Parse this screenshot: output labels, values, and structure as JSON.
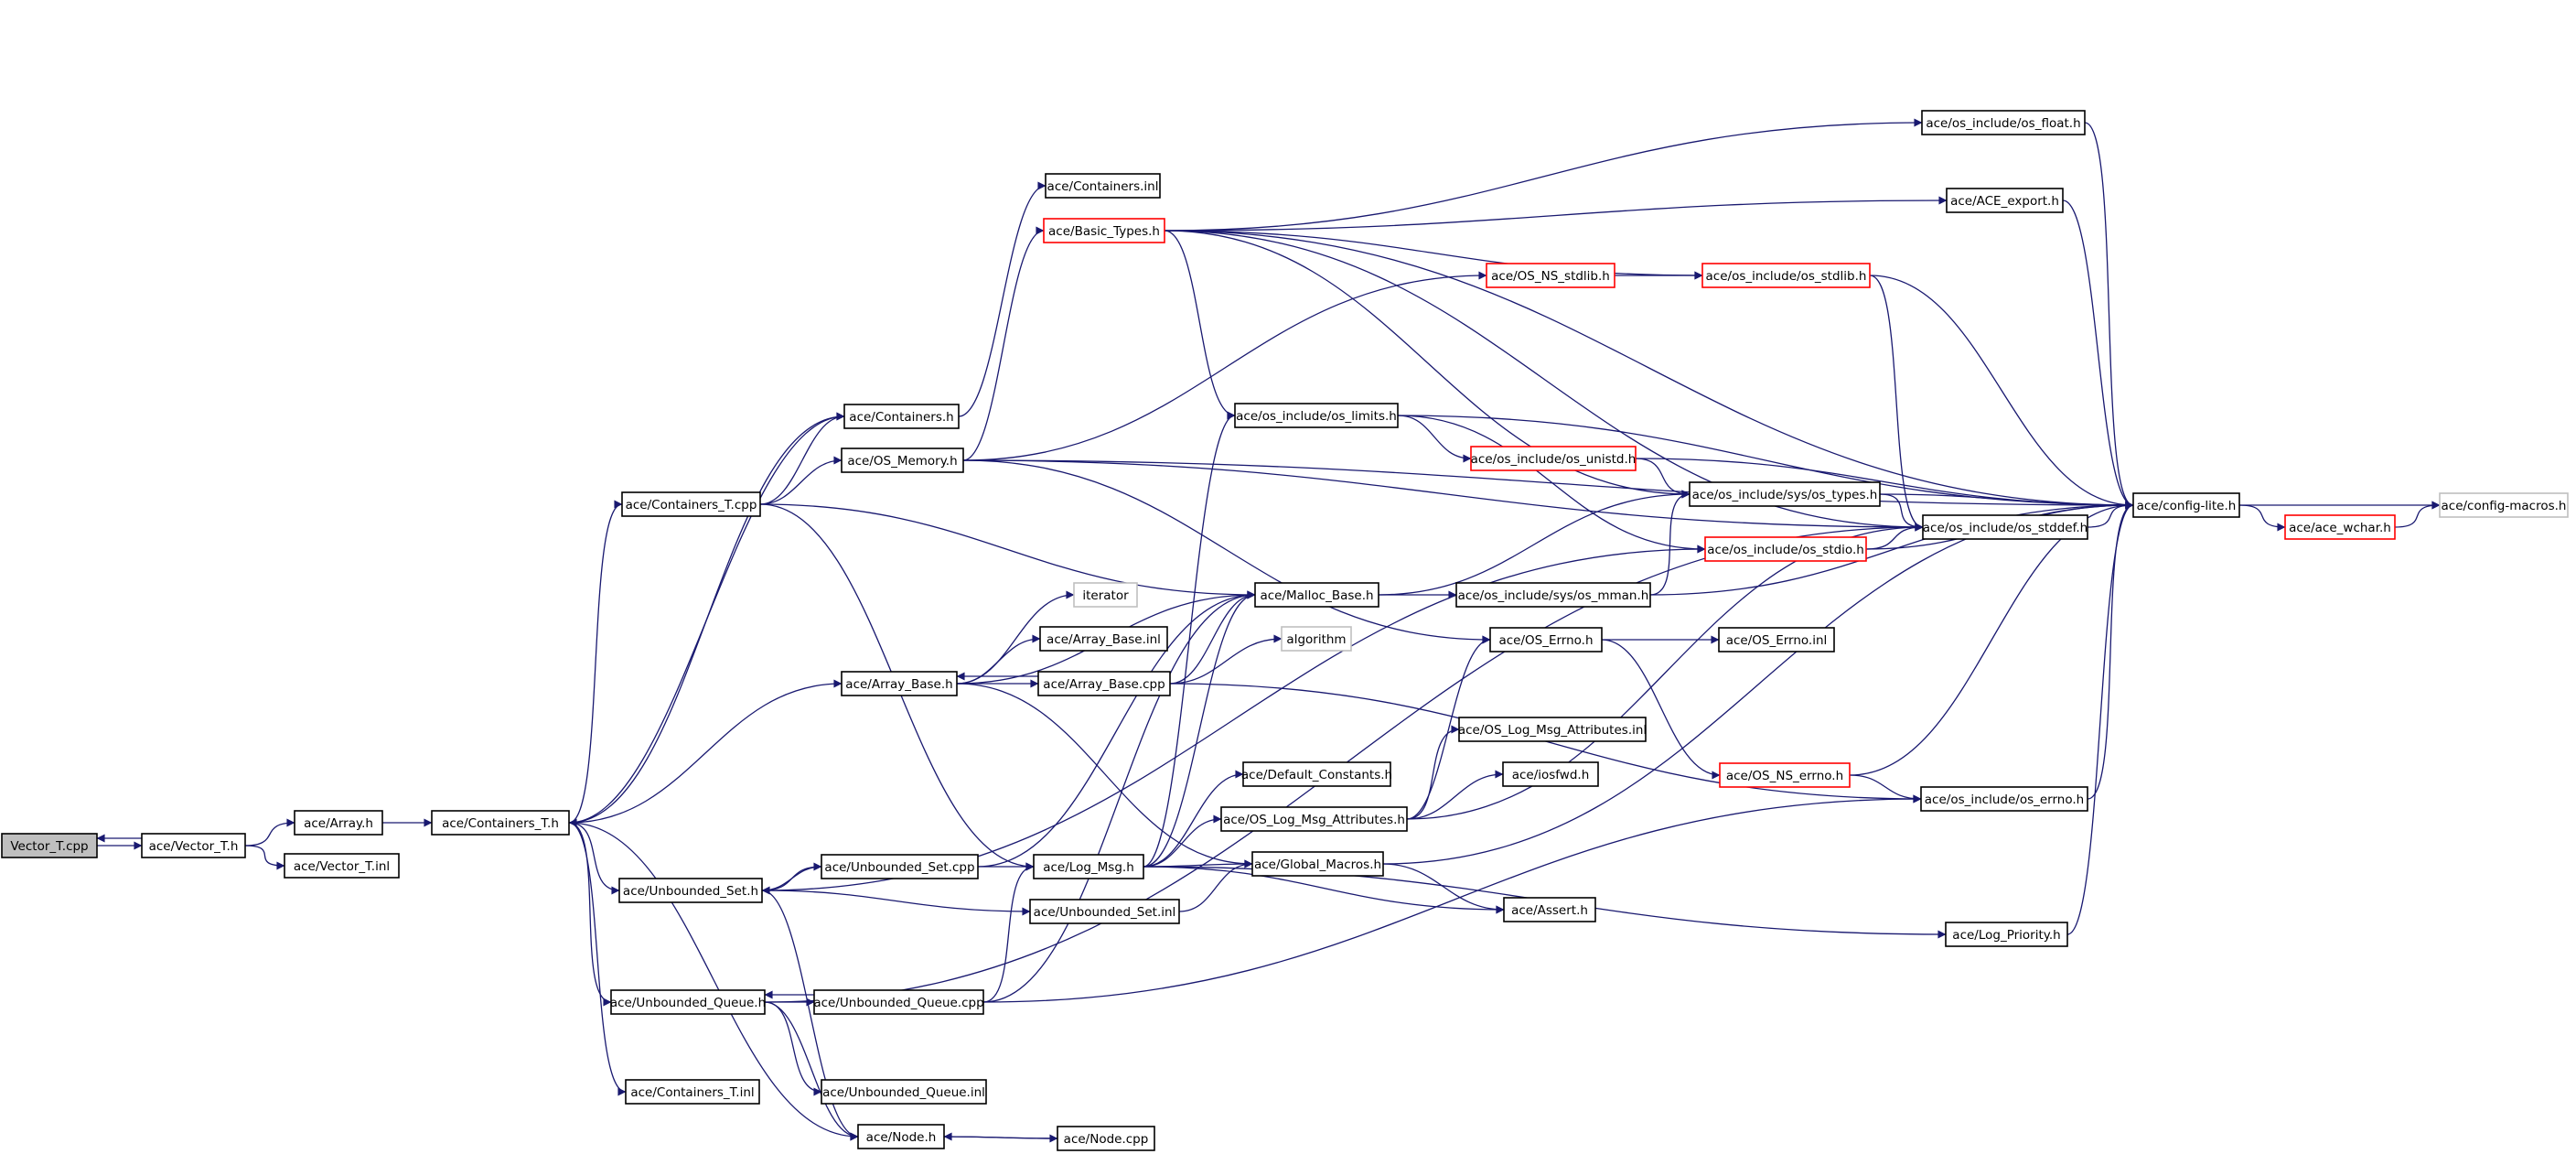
{
  "nodes": [
    {
      "id": "vector_t_cpp",
      "label": "Vector_T.cpp",
      "kind": "root"
    },
    {
      "id": "vector_t_h",
      "label": "ace/Vector_T.h",
      "kind": "normal"
    },
    {
      "id": "array_h",
      "label": "ace/Array.h",
      "kind": "normal"
    },
    {
      "id": "vector_t_inl",
      "label": "ace/Vector_T.inl",
      "kind": "normal"
    },
    {
      "id": "containers_t_h",
      "label": "ace/Containers_T.h",
      "kind": "normal"
    },
    {
      "id": "containers_h",
      "label": "ace/Containers.h",
      "kind": "normal"
    },
    {
      "id": "containers_inl",
      "label": "ace/Containers.inl",
      "kind": "normal"
    },
    {
      "id": "basic_types_h",
      "label": "ace/Basic_Types.h",
      "kind": "truncated"
    },
    {
      "id": "os_memory_h",
      "label": "ace/OS_Memory.h",
      "kind": "normal"
    },
    {
      "id": "containers_t_cpp",
      "label": "ace/Containers_T.cpp",
      "kind": "normal"
    },
    {
      "id": "array_base_h",
      "label": "ace/Array_Base.h",
      "kind": "normal"
    },
    {
      "id": "iterator",
      "label": "iterator",
      "kind": "external"
    },
    {
      "id": "array_base_inl",
      "label": "ace/Array_Base.inl",
      "kind": "normal"
    },
    {
      "id": "array_base_cpp",
      "label": "ace/Array_Base.cpp",
      "kind": "normal"
    },
    {
      "id": "algorithm",
      "label": "algorithm",
      "kind": "external"
    },
    {
      "id": "malloc_base_h",
      "label": "ace/Malloc_Base.h",
      "kind": "normal"
    },
    {
      "id": "os_limits_h",
      "label": "ace/os_include/os_limits.h",
      "kind": "normal"
    },
    {
      "id": "os_ns_stdlib_h",
      "label": "ace/OS_NS_stdlib.h",
      "kind": "truncated"
    },
    {
      "id": "os_stdlib_h",
      "label": "ace/os_include/os_stdlib.h",
      "kind": "truncated"
    },
    {
      "id": "os_unistd_h",
      "label": "ace/os_include/os_unistd.h",
      "kind": "truncated"
    },
    {
      "id": "os_types_h",
      "label": "ace/os_include/sys/os_types.h",
      "kind": "normal"
    },
    {
      "id": "os_stddef_h",
      "label": "ace/os_include/os_stddef.h",
      "kind": "normal"
    },
    {
      "id": "os_stdio_h",
      "label": "ace/os_include/os_stdio.h",
      "kind": "truncated"
    },
    {
      "id": "os_mman_h",
      "label": "ace/os_include/sys/os_mman.h",
      "kind": "normal"
    },
    {
      "id": "os_errno_h",
      "label": "ace/OS_Errno.h",
      "kind": "normal"
    },
    {
      "id": "os_errno_inl",
      "label": "ace/OS_Errno.inl",
      "kind": "normal"
    },
    {
      "id": "os_ns_errno_h",
      "label": "ace/OS_NS_errno.h",
      "kind": "truncated"
    },
    {
      "id": "os_include_errno_h",
      "label": "ace/os_include/os_errno.h",
      "kind": "normal"
    },
    {
      "id": "config_lite_h",
      "label": "ace/config-lite.h",
      "kind": "normal"
    },
    {
      "id": "config_macros_h",
      "label": "ace/config-macros.h",
      "kind": "external"
    },
    {
      "id": "ace_wchar_h",
      "label": "ace/ace_wchar.h",
      "kind": "truncated"
    },
    {
      "id": "os_float_h",
      "label": "ace/os_include/os_float.h",
      "kind": "normal"
    },
    {
      "id": "ace_export_h",
      "label": "ace/ACE_export.h",
      "kind": "normal"
    },
    {
      "id": "default_constants_h",
      "label": "ace/Default_Constants.h",
      "kind": "normal"
    },
    {
      "id": "os_log_msg_attr_inl",
      "label": "ace/OS_Log_Msg_Attributes.inl",
      "kind": "normal"
    },
    {
      "id": "iosfwd_h",
      "label": "ace/iosfwd.h",
      "kind": "normal"
    },
    {
      "id": "os_log_msg_attr_h",
      "label": "ace/OS_Log_Msg_Attributes.h",
      "kind": "normal"
    },
    {
      "id": "global_macros_h",
      "label": "ace/Global_Macros.h",
      "kind": "normal"
    },
    {
      "id": "assert_h",
      "label": "ace/Assert.h",
      "kind": "normal"
    },
    {
      "id": "log_msg_h",
      "label": "ace/Log_Msg.h",
      "kind": "normal"
    },
    {
      "id": "log_priority_h",
      "label": "ace/Log_Priority.h",
      "kind": "normal"
    },
    {
      "id": "unbounded_set_h",
      "label": "ace/Unbounded_Set.h",
      "kind": "normal"
    },
    {
      "id": "unbounded_set_cpp",
      "label": "ace/Unbounded_Set.cpp",
      "kind": "normal"
    },
    {
      "id": "unbounded_set_inl",
      "label": "ace/Unbounded_Set.inl",
      "kind": "normal"
    },
    {
      "id": "unbounded_queue_h",
      "label": "ace/Unbounded_Queue.h",
      "kind": "normal"
    },
    {
      "id": "unbounded_queue_cpp",
      "label": "ace/Unbounded_Queue.cpp",
      "kind": "normal"
    },
    {
      "id": "unbounded_queue_inl",
      "label": "ace/Unbounded_Queue.inl",
      "kind": "normal"
    },
    {
      "id": "containers_t_inl",
      "label": "ace/Containers_T.inl",
      "kind": "normal"
    },
    {
      "id": "node_h",
      "label": "ace/Node.h",
      "kind": "normal"
    },
    {
      "id": "node_cpp",
      "label": "ace/Node.cpp",
      "kind": "normal"
    }
  ],
  "edges": [
    [
      "vector_t_cpp",
      "vector_t_h"
    ],
    [
      "vector_t_h",
      "vector_t_cpp"
    ],
    [
      "vector_t_h",
      "array_h"
    ],
    [
      "vector_t_h",
      "vector_t_inl"
    ],
    [
      "array_h",
      "containers_t_h"
    ],
    [
      "containers_t_h",
      "containers_h"
    ],
    [
      "containers_h",
      "containers_t_h"
    ],
    [
      "containers_h",
      "containers_inl"
    ],
    [
      "containers_t_h",
      "containers_t_cpp"
    ],
    [
      "containers_t_cpp",
      "containers_h"
    ],
    [
      "containers_t_cpp",
      "os_memory_h"
    ],
    [
      "containers_t_cpp",
      "malloc_base_h"
    ],
    [
      "containers_t_cpp",
      "log_msg_h"
    ],
    [
      "containers_t_h",
      "array_base_h"
    ],
    [
      "containers_t_h",
      "unbounded_set_h"
    ],
    [
      "containers_t_h",
      "unbounded_queue_h"
    ],
    [
      "containers_t_h",
      "containers_t_inl"
    ],
    [
      "containers_t_h",
      "node_h"
    ],
    [
      "os_memory_h",
      "basic_types_h"
    ],
    [
      "os_memory_h",
      "os_ns_stdlib_h"
    ],
    [
      "os_memory_h",
      "config_lite_h"
    ],
    [
      "os_memory_h",
      "os_stddef_h"
    ],
    [
      "os_memory_h",
      "os_errno_h"
    ],
    [
      "basic_types_h",
      "os_limits_h"
    ],
    [
      "basic_types_h",
      "os_float_h"
    ],
    [
      "basic_types_h",
      "ace_export_h"
    ],
    [
      "basic_types_h",
      "os_stdlib_h"
    ],
    [
      "basic_types_h",
      "os_types_h"
    ],
    [
      "basic_types_h",
      "os_stddef_h"
    ],
    [
      "basic_types_h",
      "config_lite_h"
    ],
    [
      "os_ns_stdlib_h",
      "os_stdlib_h"
    ],
    [
      "os_stdlib_h",
      "os_stddef_h"
    ],
    [
      "os_stdlib_h",
      "config_lite_h"
    ],
    [
      "ace_export_h",
      "config_lite_h"
    ],
    [
      "os_float_h",
      "config_lite_h"
    ],
    [
      "os_limits_h",
      "os_unistd_h"
    ],
    [
      "os_limits_h",
      "os_stdio_h"
    ],
    [
      "os_limits_h",
      "config_lite_h"
    ],
    [
      "os_unistd_h",
      "os_types_h"
    ],
    [
      "os_unistd_h",
      "config_lite_h"
    ],
    [
      "os_types_h",
      "os_stddef_h"
    ],
    [
      "os_types_h",
      "config_lite_h"
    ],
    [
      "os_stddef_h",
      "config_lite_h"
    ],
    [
      "os_stdio_h",
      "os_stddef_h"
    ],
    [
      "os_stdio_h",
      "config_lite_h"
    ],
    [
      "os_mman_h",
      "os_types_h"
    ],
    [
      "os_mman_h",
      "config_lite_h"
    ],
    [
      "malloc_base_h",
      "os_mman_h"
    ],
    [
      "malloc_base_h",
      "os_types_h"
    ],
    [
      "array_base_h",
      "malloc_base_h"
    ],
    [
      "array_base_h",
      "iterator"
    ],
    [
      "array_base_h",
      "array_base_inl"
    ],
    [
      "array_base_h",
      "array_base_cpp"
    ],
    [
      "array_base_h",
      "global_macros_h"
    ],
    [
      "array_base_cpp",
      "array_base_h"
    ],
    [
      "array_base_cpp",
      "malloc_base_h"
    ],
    [
      "array_base_cpp",
      "algorithm"
    ],
    [
      "array_base_cpp",
      "os_include_errno_h"
    ],
    [
      "os_errno_h",
      "os_errno_inl"
    ],
    [
      "os_errno_h",
      "os_ns_errno_h"
    ],
    [
      "os_ns_errno_h",
      "os_include_errno_h"
    ],
    [
      "os_ns_errno_h",
      "config_lite_h"
    ],
    [
      "os_include_errno_h",
      "config_lite_h"
    ],
    [
      "config_lite_h",
      "config_macros_h"
    ],
    [
      "config_lite_h",
      "ace_wchar_h"
    ],
    [
      "ace_wchar_h",
      "config_macros_h"
    ],
    [
      "log_msg_h",
      "default_constants_h"
    ],
    [
      "log_msg_h",
      "os_log_msg_attr_h"
    ],
    [
      "log_msg_h",
      "global_macros_h"
    ],
    [
      "log_msg_h",
      "assert_h"
    ],
    [
      "log_msg_h",
      "log_priority_h"
    ],
    [
      "log_msg_h",
      "os_limits_h"
    ],
    [
      "log_msg_h",
      "malloc_base_h"
    ],
    [
      "os_log_msg_attr_h",
      "os_log_msg_attr_inl"
    ],
    [
      "os_log_msg_attr_h",
      "iosfwd_h"
    ],
    [
      "os_log_msg_attr_h",
      "os_errno_h"
    ],
    [
      "os_log_msg_attr_h",
      "os_stddef_h"
    ],
    [
      "global_macros_h",
      "assert_h"
    ],
    [
      "global_macros_h",
      "config_lite_h"
    ],
    [
      "log_priority_h",
      "config_lite_h"
    ],
    [
      "unbounded_set_h",
      "unbounded_set_cpp"
    ],
    [
      "unbounded_set_cpp",
      "unbounded_set_h"
    ],
    [
      "unbounded_set_h",
      "unbounded_set_inl"
    ],
    [
      "unbounded_set_h",
      "node_h"
    ],
    [
      "unbounded_set_h",
      "os_stdio_h"
    ],
    [
      "unbounded_set_cpp",
      "log_msg_h"
    ],
    [
      "unbounded_set_cpp",
      "malloc_base_h"
    ],
    [
      "unbounded_set_inl",
      "global_macros_h"
    ],
    [
      "unbounded_queue_h",
      "unbounded_queue_cpp"
    ],
    [
      "unbounded_queue_cpp",
      "unbounded_queue_h"
    ],
    [
      "unbounded_queue_h",
      "unbounded_queue_inl"
    ],
    [
      "unbounded_queue_h",
      "node_h"
    ],
    [
      "unbounded_queue_h",
      "os_stddef_h"
    ],
    [
      "unbounded_queue_cpp",
      "log_msg_h"
    ],
    [
      "unbounded_queue_cpp",
      "malloc_base_h"
    ],
    [
      "unbounded_queue_cpp",
      "os_include_errno_h"
    ],
    [
      "node_h",
      "node_cpp"
    ],
    [
      "node_cpp",
      "node_h"
    ]
  ],
  "colors": {
    "edge": "#191970",
    "root_fill": "#bfbfbf",
    "truncated_border": "#ff0000",
    "external_border": "#bfbfbf",
    "normal_border": "#000000"
  }
}
